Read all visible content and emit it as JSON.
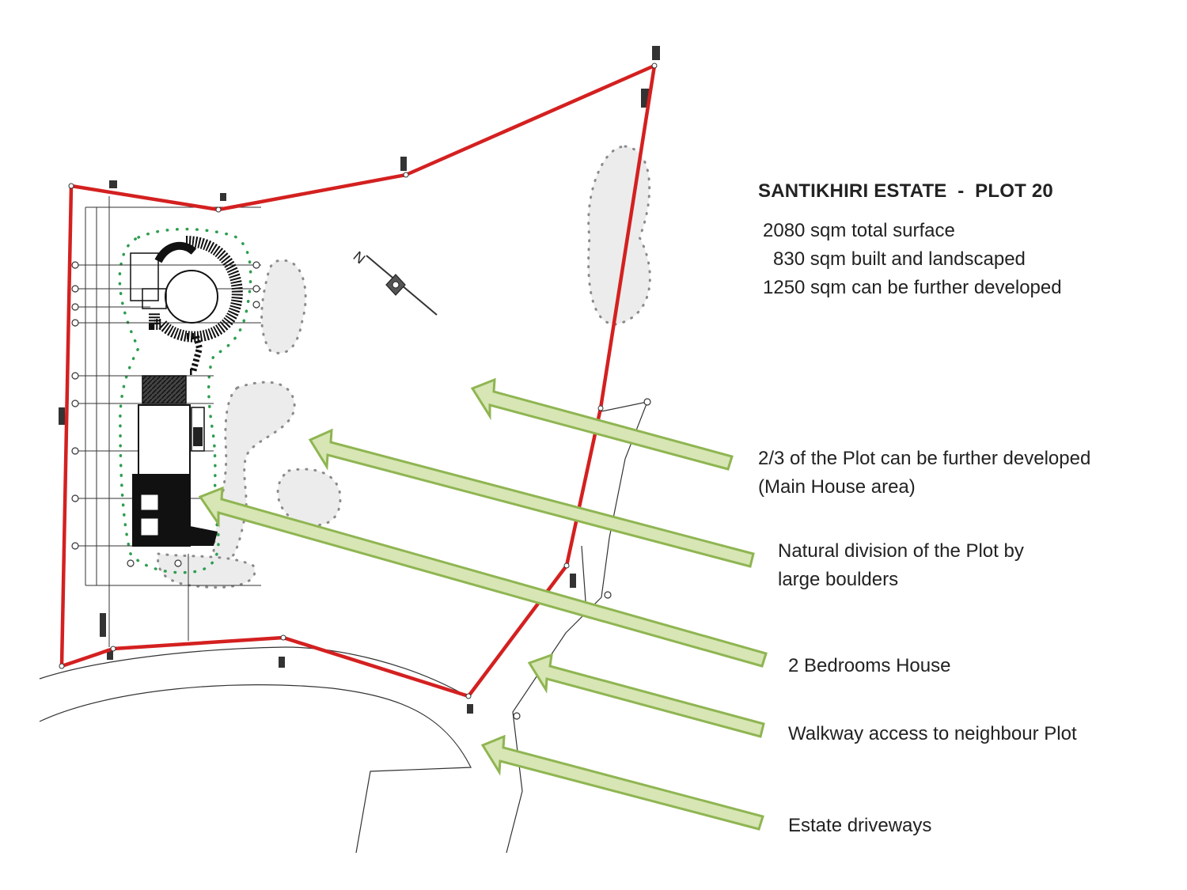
{
  "diagram": {
    "title": "SANTIKHIRI ESTATE  -  PLOT 20",
    "stats": [
      "2080 sqm total surface",
      "830 sqm built and landscaped",
      "1250 sqm can be further developed"
    ],
    "callouts": [
      {
        "line1": "2/3 of the Plot can be further developed",
        "line2": "(Main House area)"
      },
      {
        "line1": "Natural division of the Plot by",
        "line2": "large boulders"
      },
      {
        "line1": "2 Bedrooms House"
      },
      {
        "line1": "Walkway access to neighbour Plot"
      },
      {
        "line1": "Estate driveways"
      }
    ],
    "north_label": "N",
    "colors": {
      "boundary": "#d42020",
      "arrow_fill": "#d7e6b4",
      "arrow_stroke": "#8fb552",
      "boulder_fill": "#ececec",
      "boulder_dots": "#8a8a8a",
      "landscape_dots": "#2e9e4f",
      "house": "#111111"
    }
  }
}
